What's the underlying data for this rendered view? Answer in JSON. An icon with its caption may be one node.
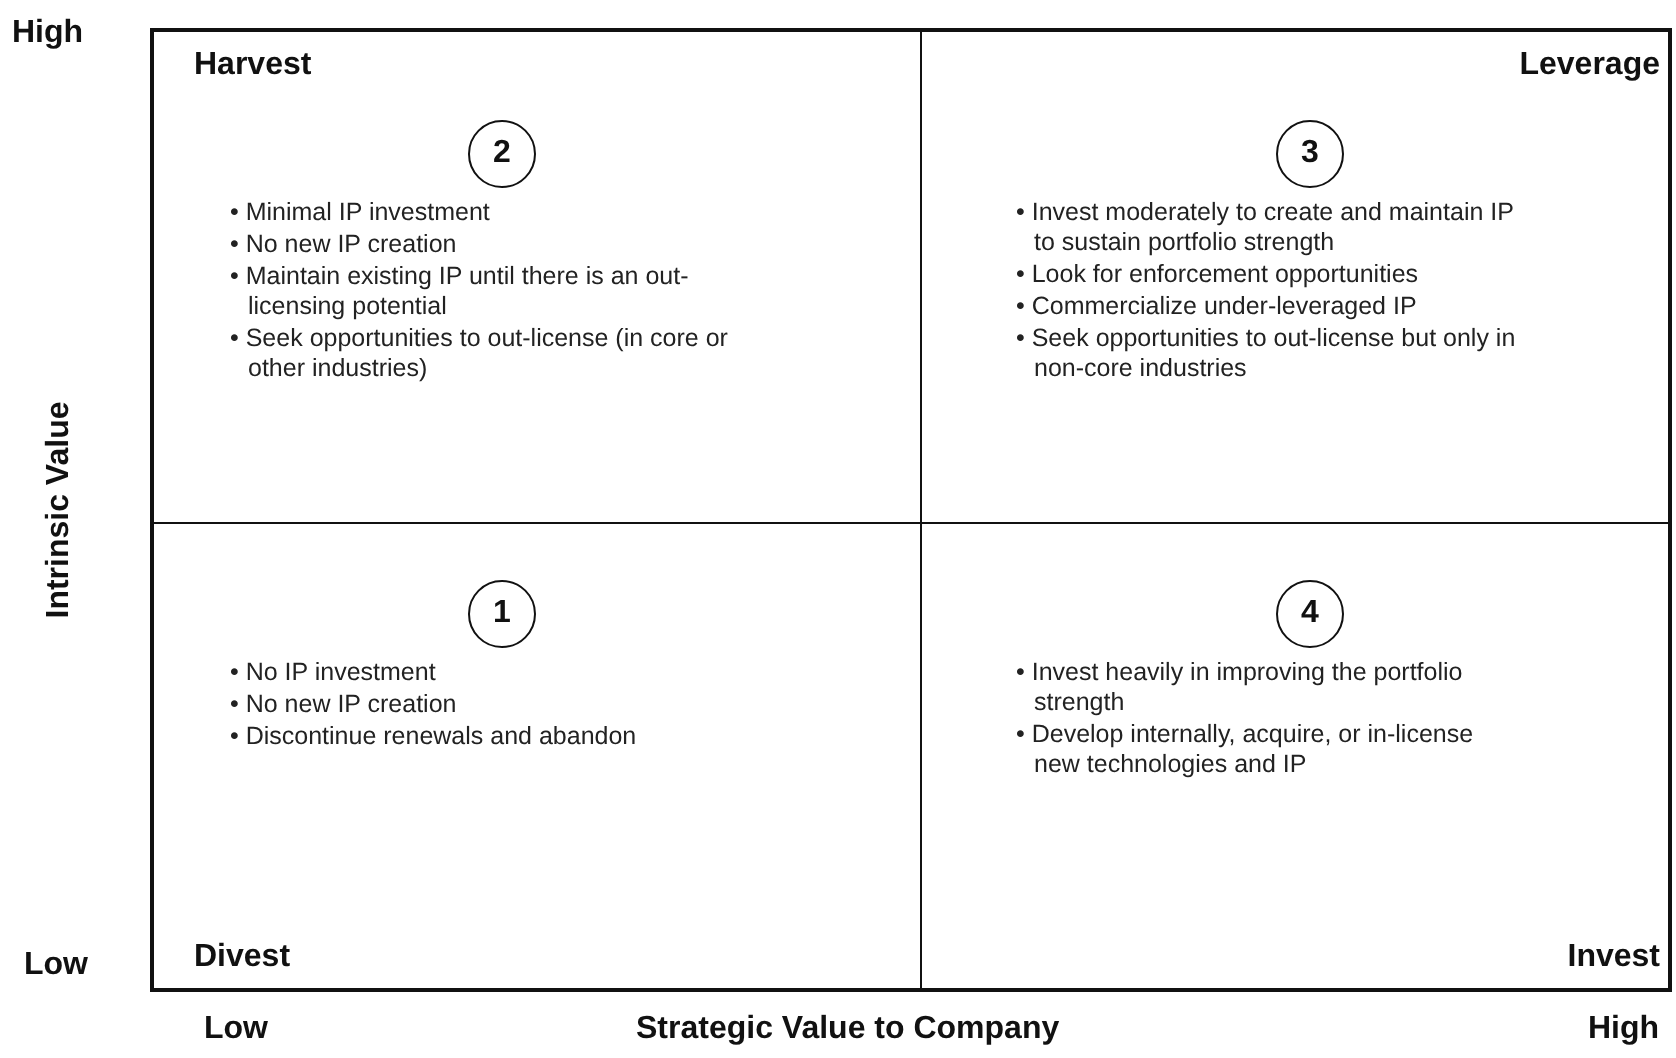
{
  "diagram": {
    "nodes": [
      {
        "text": [
          "Harvest",
          "• Minimal IP investment",
          "• No new IP creation",
          "• Maintain existing IP until there is an out-licensing potential",
          "• Seek opportunities to out-license (in core or other industries)"
        ]
      },
      {
        "text": [
          "2"
        ],
        "in": 0
      },
      {
        "text": [
          "Leverage",
          "• Invest moderately to create and maintain IP to sustain portfolio strength",
          "• Look for enforcement opportunities",
          "• Commercialize under-leveraged IP",
          "• Seek opportunities to out-license but only in non-core industries"
        ]
      },
      {
        "text": [
          "3"
        ],
        "in": 2
      },
      {
        "text": [
          "• No IP investment",
          "• No new IP creation",
          "• Discontinue renewals and abandon",
          "Divest"
        ]
      },
      {
        "text": [
          "1"
        ],
        "in": 4
      },
      {
        "text": [
          "• Invest heavily in improving the portfolio strength",
          "• Develop internally, acquire, or in-license new technologies and IP",
          "Invest"
        ]
      },
      {
        "text": [
          "4"
        ],
        "in": 6
      }
    ],
    "edges": [],
    "labels": [
      "High",
      "Intrinsic Value",
      "Low",
      "Low",
      "Strategic Value to Company",
      "High"
    ]
  }
}
